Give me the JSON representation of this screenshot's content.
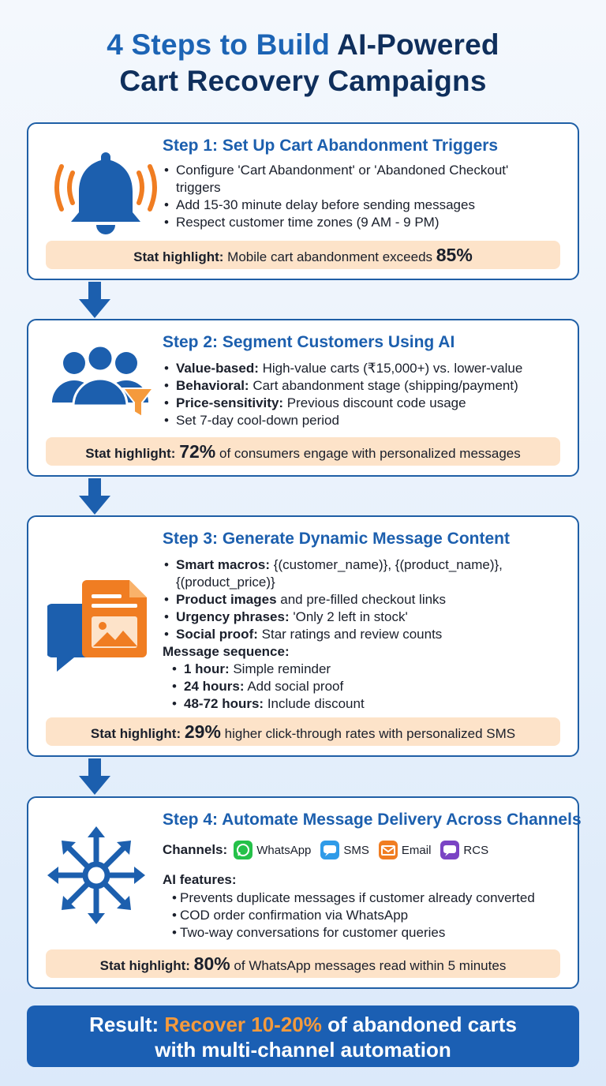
{
  "title": {
    "part1": "4 Steps to Build",
    "part2": "AI-Powered",
    "line2": "Cart Recovery Campaigns"
  },
  "steps": [
    {
      "title": "Step 1: Set Up Cart Abandonment Triggers",
      "icon": "bell-icon",
      "bullets": [
        "Configure 'Cart Abandonment' or 'Abandoned Checkout' triggers",
        "Add 15-30 minute delay before sending messages",
        "Respect customer time zones (9 AM - 9 PM)"
      ],
      "stat": {
        "label": "Stat highlight:",
        "pre": " Mobile cart abandonment exceeds ",
        "value": "85%",
        "post": ""
      }
    },
    {
      "title": "Step 2: Segment Customers Using AI",
      "icon": "users-filter-icon",
      "bullets": [
        {
          "bold": "Value-based:",
          "text": " High-value carts (₹15,000+) vs. lower-value"
        },
        {
          "bold": "Behavioral:",
          "text": " Cart abandonment stage (shipping/payment)"
        },
        {
          "bold": "Price-sensitivity:",
          "text": " Previous discount code usage"
        },
        {
          "bold": "",
          "text": "Set 7-day cool-down period"
        }
      ],
      "stat": {
        "label": "Stat highlight:",
        "pre": " ",
        "value": "72%",
        "post": " of consumers engage with personalized messages"
      }
    },
    {
      "title": "Step 3: Generate Dynamic Message Content",
      "icon": "message-document-icon",
      "bullets": [
        {
          "bold": "Smart macros:",
          "text": " {(customer_name)}, {(product_name)}, {(product_price)}"
        },
        {
          "bold": "Product images",
          "text": " and pre-filled checkout links"
        },
        {
          "bold": "Urgency phrases:",
          "text": " 'Only 2 left in stock'"
        },
        {
          "bold": "Social proof:",
          "text": " Star ratings and review counts"
        }
      ],
      "sequence_label": "Message sequence:",
      "sequence": [
        {
          "bold": "1 hour:",
          "text": " Simple reminder"
        },
        {
          "bold": "24 hours:",
          "text": " Add social proof"
        },
        {
          "bold": "48-72 hours:",
          "text": " Include discount"
        }
      ],
      "stat": {
        "label": "Stat highlight:",
        "pre": " ",
        "value": "29%",
        "post": " higher click-through rates with personalized SMS"
      }
    },
    {
      "title": "Step 4: Automate Message Delivery Across Channels",
      "icon": "network-arrows-icon",
      "channels_label": "Channels:",
      "channels": [
        {
          "name": "WhatsApp",
          "color": "#25c149"
        },
        {
          "name": "SMS",
          "color": "#2f9be8"
        },
        {
          "name": "Email",
          "color": "#f07d22"
        },
        {
          "name": "RCS",
          "color": "#7a44c4"
        }
      ],
      "ai_label": "AI features:",
      "bullets": [
        "Prevents duplicate messages if customer already converted",
        "COD order confirmation via WhatsApp",
        "Two-way conversations for customer queries"
      ],
      "stat": {
        "label": "Stat highlight:",
        "pre": " ",
        "value": "80%",
        "post": " of WhatsApp messages read within 5 minutes"
      }
    }
  ],
  "result": {
    "prefix": "Result: ",
    "highlight": "Recover 10-20%",
    "suffix": " of abandoned carts",
    "line2": "with multi-channel automation"
  },
  "colors": {
    "brand_blue": "#1c5fae",
    "dark_navy": "#0f2f5c",
    "accent_orange": "#f59a3c",
    "stat_bg": "#fde3c9"
  }
}
